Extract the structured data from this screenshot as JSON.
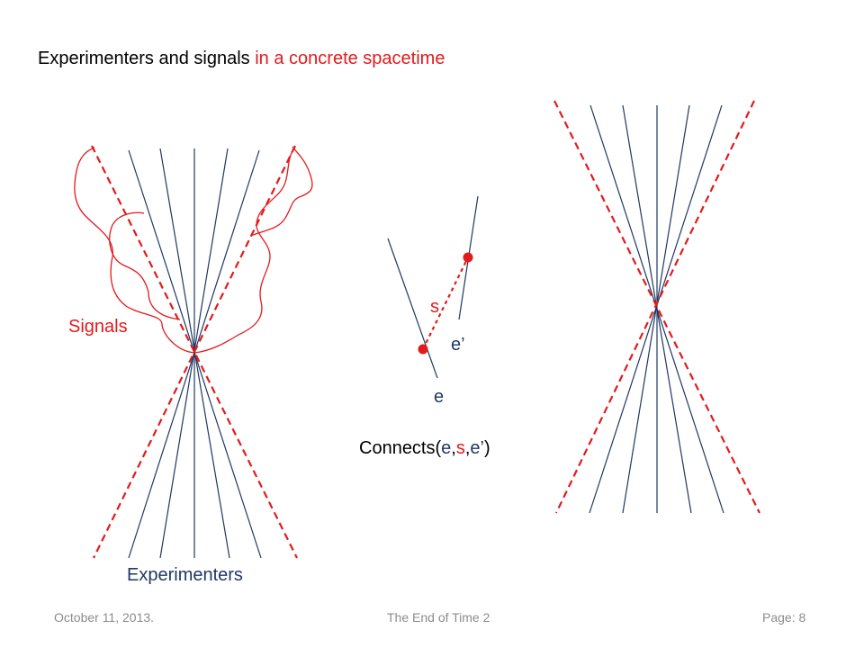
{
  "slide": {
    "title_black": "Experimenters and signals ",
    "title_red": "in a concrete spacetime",
    "label_signals": "Signals",
    "label_experimenters": "Experimenters",
    "label_s": "s",
    "label_e_prime": "e’",
    "label_e": "e",
    "connects": {
      "prefix": "Connects(",
      "e": "e",
      "comma1": ",",
      "s": "s",
      "comma2": ",",
      "e_prime": "e’",
      "suffix": ")"
    }
  },
  "footer": {
    "date": "October 11, 2013.",
    "center": "The End of Time 2",
    "page": "Page: 8"
  },
  "colors": {
    "blue_line": "#1f3864",
    "red": "#e31a1c",
    "text": "#000000",
    "footer_text": "#8c8c8c"
  }
}
